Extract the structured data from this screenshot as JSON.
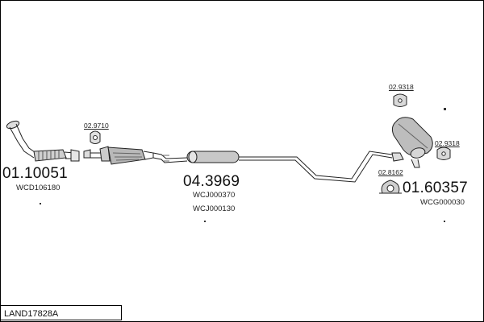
{
  "diagram": {
    "code": "LAND17828A",
    "parts": {
      "front_pipe": {
        "number": "01.10051",
        "ref": "WCD106180"
      },
      "front_hanger": {
        "number": "02.9710"
      },
      "middle_silencer": {
        "number": "04.3969",
        "refs": [
          "WCJ000370",
          "WCJ000130"
        ]
      },
      "rear_hanger_top": {
        "number": "02.9318"
      },
      "rear_hanger_side": {
        "number": "02.9318"
      },
      "rear_clamp": {
        "number": "02.8162"
      },
      "rear_silencer": {
        "number": "01.60357",
        "ref": "WCG000030"
      }
    }
  }
}
